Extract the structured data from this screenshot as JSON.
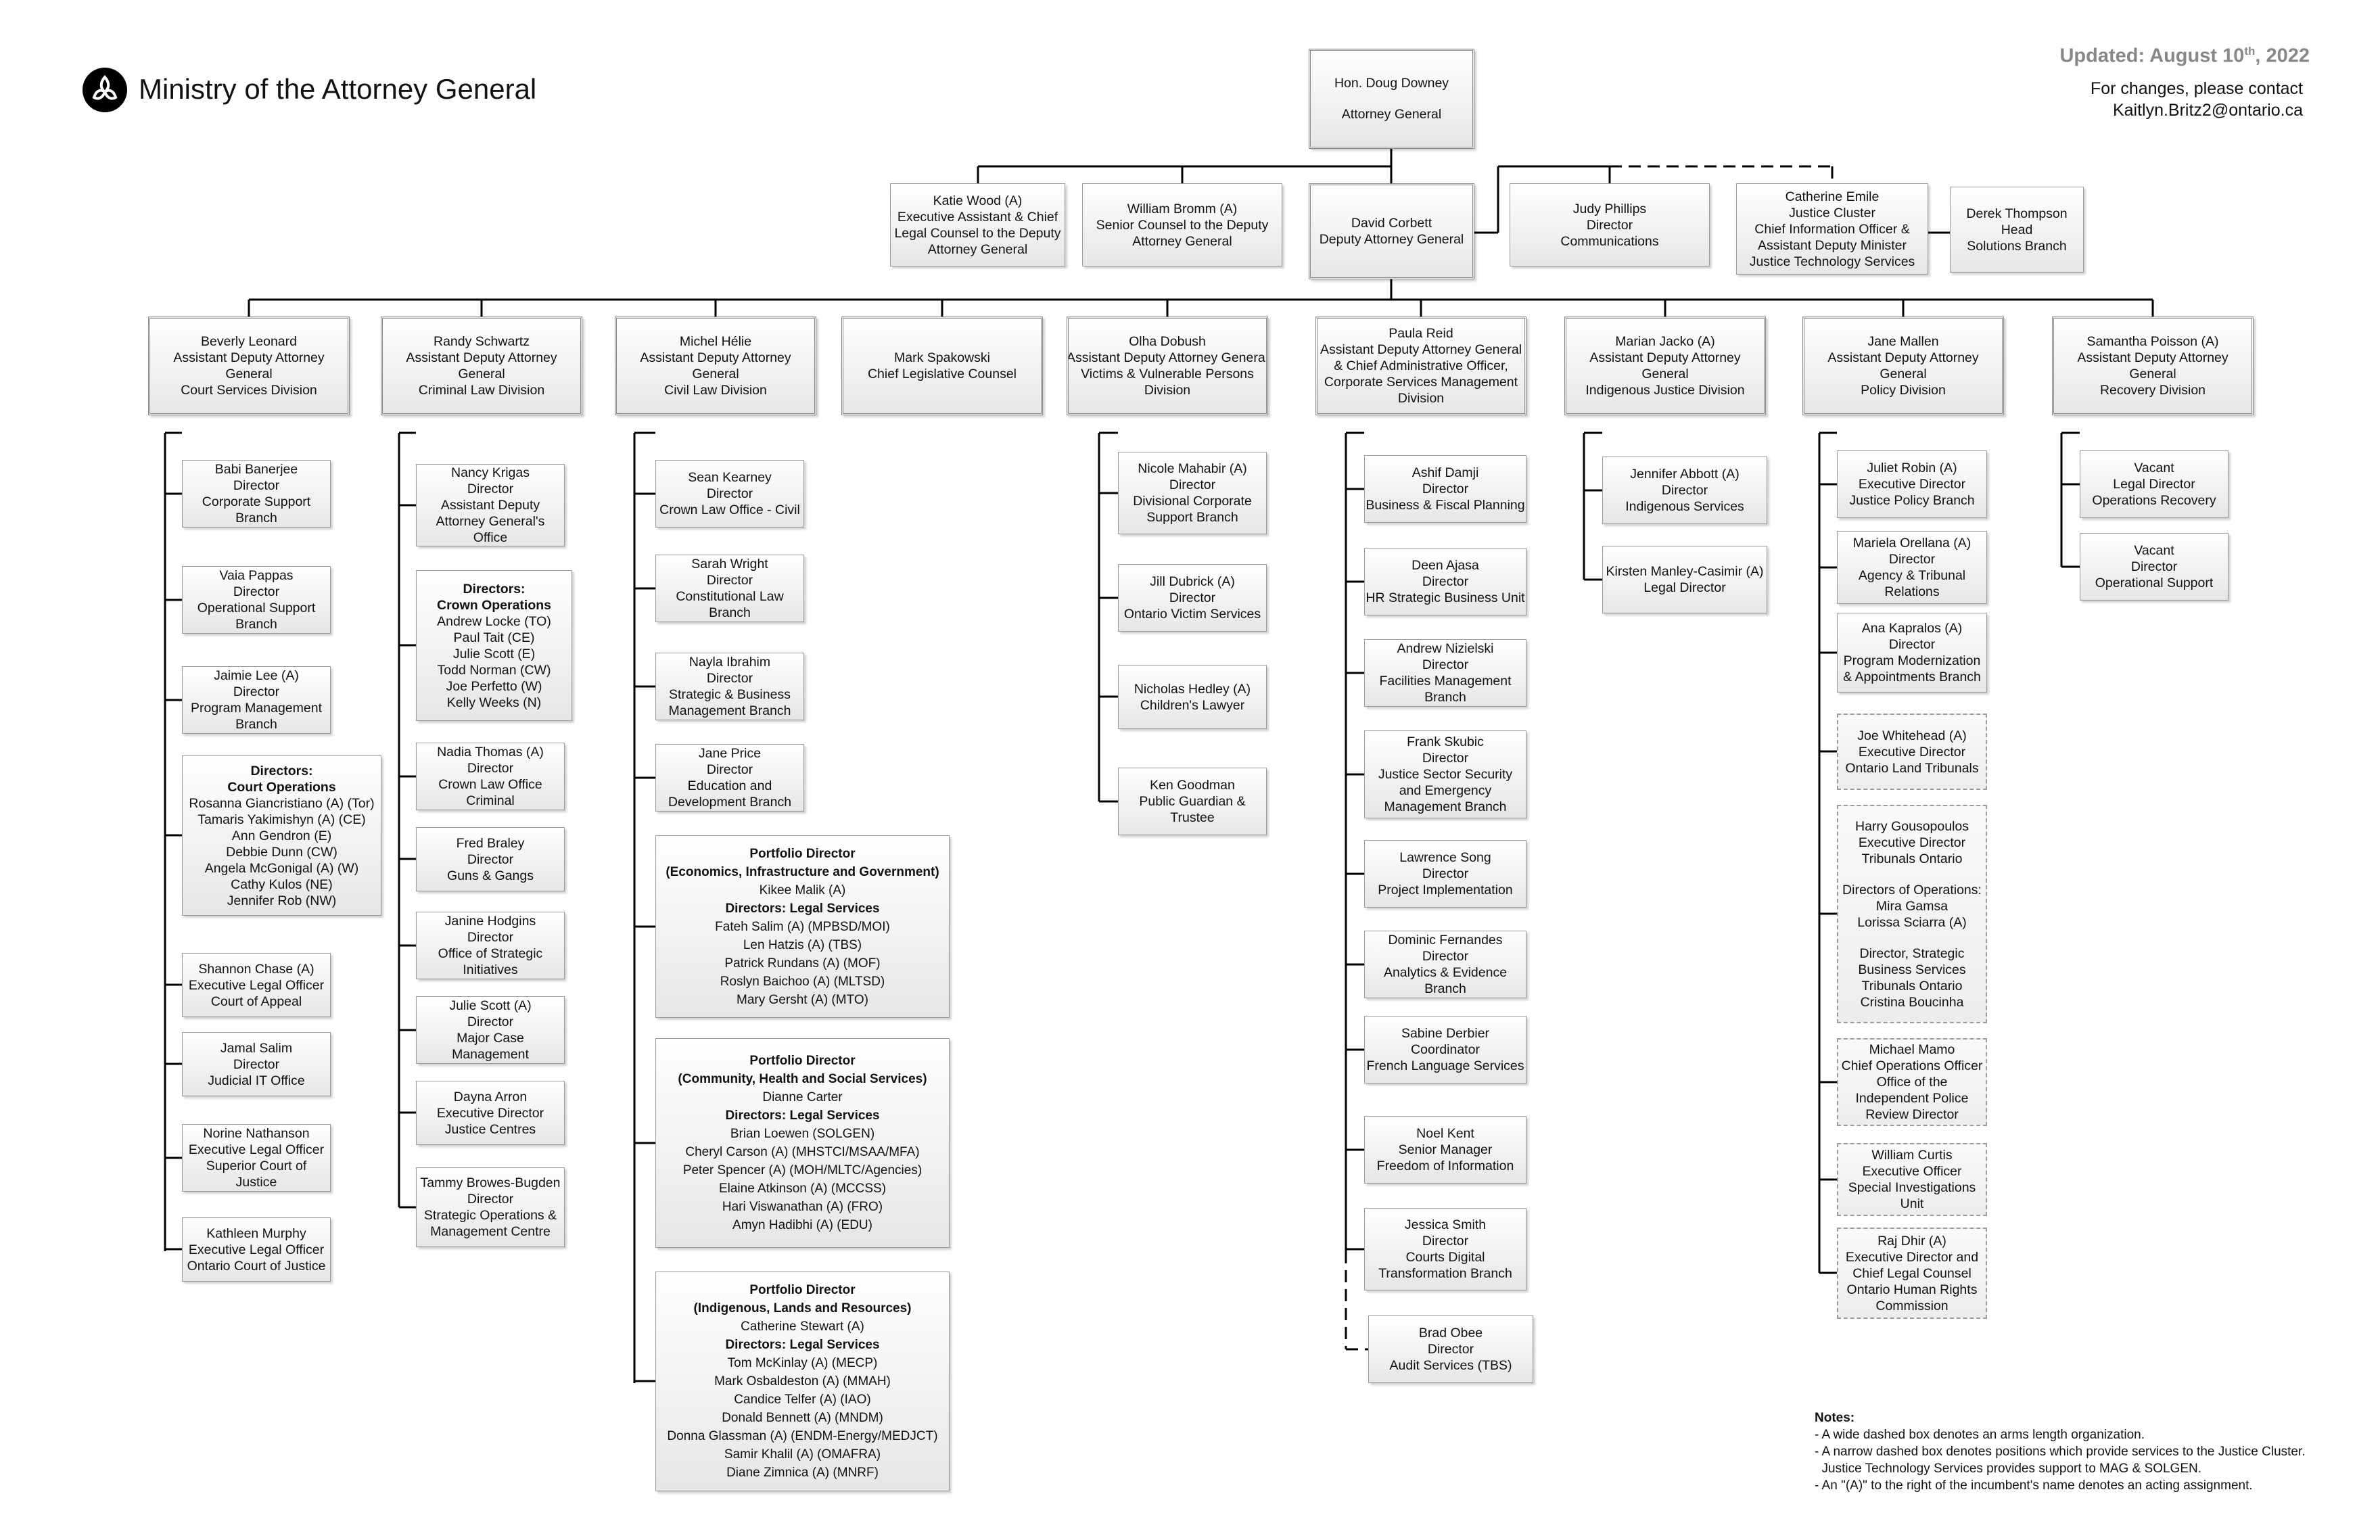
{
  "header": {
    "ministry_title": "Ministry of the Attorney General",
    "logo_icon": "ontario-trillium-logo-icon",
    "updated_label": "Updated: August 10",
    "updated_sup": "th",
    "updated_year": ", 2022",
    "contact_line1": "For changes, please contact",
    "contact_line2": "Kaitlyn.Britz2@ontario.ca"
  },
  "org": {
    "attorney_general": [
      "Hon. Doug Downey",
      "",
      "Attorney General"
    ],
    "katie_wood": [
      "Katie Wood (A)",
      "Executive Assistant & Chief",
      "Legal Counsel to the Deputy",
      "Attorney General"
    ],
    "william_bromm": [
      "William Bromm (A)",
      "Senior Counsel to the Deputy",
      "Attorney General"
    ],
    "deputy_ag": [
      "David Corbett",
      "Deputy Attorney General"
    ],
    "judy_phillips": [
      "Judy Phillips",
      "Director",
      "Communications"
    ],
    "catherine_emile": [
      "Catherine Emile",
      "Justice Cluster",
      "Chief Information Officer &",
      "Assistant Deputy Minister",
      "Justice Technology Services"
    ],
    "derek_thompson": [
      "Derek Thompson",
      "Head",
      "Solutions Branch"
    ],
    "adm_court": [
      "Beverly Leonard",
      "Assistant Deputy Attorney",
      "General",
      "Court Services Division"
    ],
    "adm_criminal": [
      "Randy Schwartz",
      "Assistant Deputy Attorney",
      "General",
      "Criminal Law Division"
    ],
    "adm_civil": [
      "Michel Hélie",
      "Assistant Deputy Attorney",
      "General",
      "Civil Law Division"
    ],
    "adm_legislative": [
      "Mark Spakowski",
      "Chief Legislative Counsel"
    ],
    "adm_victims": [
      "Olha Dobush",
      "Assistant Deputy Attorney General",
      "Victims & Vulnerable Persons",
      "Division"
    ],
    "adm_corporate": [
      "Paula Reid",
      "Assistant Deputy Attorney General",
      "& Chief Administrative Officer,",
      "Corporate Services Management",
      "Division"
    ],
    "adm_indigenous": [
      "Marian Jacko (A)",
      "Assistant Deputy Attorney",
      "General",
      "Indigenous Justice Division"
    ],
    "adm_policy": [
      "Jane Mallen",
      "Assistant Deputy Attorney",
      "General",
      "Policy Division"
    ],
    "adm_recovery": [
      "Samantha Poisson (A)",
      "Assistant Deputy Attorney",
      "General",
      "Recovery Division"
    ],
    "court_babi": [
      "Babi Banerjee",
      "Director",
      "Corporate Support",
      "Branch"
    ],
    "court_vaia": [
      "Vaia Pappas",
      "Director",
      "Operational Support",
      "Branch"
    ],
    "court_jaimie": [
      "Jaimie Lee (A)",
      "Director",
      "Program Management",
      "Branch"
    ],
    "court_ops": [
      "Directors:",
      "Court Operations",
      "Rosanna Giancristiano (A) (Tor)",
      "Tamaris Yakimishyn (A) (CE)",
      "Ann Gendron (E)",
      "Debbie Dunn (CW)",
      "Angela McGonigal (A) (W)",
      "Cathy Kulos (NE)",
      "Jennifer Rob (NW)"
    ],
    "court_shannon": [
      "Shannon Chase (A)",
      "Executive Legal Officer",
      "Court of Appeal"
    ],
    "court_jamal": [
      "Jamal Salim",
      "Director",
      "Judicial IT Office"
    ],
    "court_norine": [
      "Norine Nathanson",
      "Executive Legal Officer",
      "Superior Court of",
      "Justice"
    ],
    "court_kathleen": [
      "Kathleen Murphy",
      "Executive Legal Officer",
      "Ontario Court of Justice"
    ],
    "crim_nancy": [
      "Nancy Krigas",
      "Director",
      "Assistant Deputy",
      "Attorney General's",
      "Office"
    ],
    "crim_crown": [
      "Directors:",
      "Crown Operations",
      "Andrew Locke (TO)",
      "Paul Tait (CE)",
      "Julie Scott (E)",
      "Todd Norman (CW)",
      "Joe Perfetto (W)",
      "Kelly Weeks (N)"
    ],
    "crim_nadia": [
      "Nadia Thomas (A)",
      "Director",
      "Crown Law Office",
      "Criminal"
    ],
    "crim_fred": [
      "Fred Braley",
      "Director",
      "Guns & Gangs"
    ],
    "crim_janine": [
      "Janine Hodgins",
      "Director",
      "Office of Strategic",
      "Initiatives"
    ],
    "crim_julie": [
      "Julie Scott (A)",
      "Director",
      "Major Case",
      "Management"
    ],
    "crim_dayna": [
      "Dayna Arron",
      "Executive Director",
      "Justice Centres"
    ],
    "crim_tammy": [
      "Tammy Browes-Bugden",
      "Director",
      "Strategic Operations &",
      "Management Centre"
    ],
    "civ_sean": [
      "Sean Kearney",
      "Director",
      "Crown Law Office - Civil"
    ],
    "civ_sarah": [
      "Sarah Wright",
      "Director",
      "Constitutional Law",
      "Branch"
    ],
    "civ_nayla": [
      "Nayla Ibrahim",
      "Director",
      "Strategic & Business",
      "Management Branch"
    ],
    "civ_jane": [
      "Jane Price",
      "Director",
      "Education and",
      "Development Branch"
    ],
    "civ_portfolio1": [
      "Portfolio Director",
      "(Economics, Infrastructure and Government)",
      "Kikee Malik (A)",
      "Directors: Legal Services",
      "Fateh Salim (A) (MPBSD/MOI)",
      "Len Hatzis (A) (TBS)",
      "Patrick Rundans (A) (MOF)",
      "Roslyn Baichoo (A) (MLTSD)",
      "Mary Gersht (A) (MTO)"
    ],
    "civ_portfolio2": [
      "Portfolio Director",
      "(Community, Health and Social Services)",
      "Dianne Carter",
      "Directors: Legal Services",
      "Brian Loewen (SOLGEN)",
      "Cheryl Carson (A) (MHSTCI/MSAA/MFA)",
      "Peter Spencer (A) (MOH/MLTC/Agencies)",
      "Elaine Atkinson (A) (MCCSS)",
      "Hari Viswanathan (A) (FRO)",
      "Amyn Hadibhi (A) (EDU)"
    ],
    "civ_portfolio3": [
      "Portfolio Director",
      "(Indigenous, Lands and Resources)",
      "Catherine Stewart (A)",
      "Directors: Legal Services",
      "Tom McKinlay (A) (MECP)",
      "Mark Osbaldeston (A) (MMAH)",
      "Candice Telfer (A) (IAO)",
      "Donald Bennett (A) (MNDM)",
      "Donna Glassman (A) (ENDM-Energy/MEDJCT)",
      "Samir Khalil (A) (OMAFRA)",
      "Diane Zimnica (A) (MNRF)"
    ],
    "vic_nicole": [
      "Nicole Mahabir (A)",
      "Director",
      "Divisional Corporate",
      "Support Branch"
    ],
    "vic_jill": [
      "Jill Dubrick (A)",
      "Director",
      "Ontario Victim Services"
    ],
    "vic_nicholas": [
      "Nicholas Hedley (A)",
      "Children's Lawyer"
    ],
    "vic_ken": [
      "Ken Goodman",
      "Public Guardian &",
      "Trustee"
    ],
    "corp_ashif": [
      "Ashif Damji",
      "Director",
      "Business & Fiscal Planning"
    ],
    "corp_deen": [
      "Deen Ajasa",
      "Director",
      "HR Strategic Business Unit"
    ],
    "corp_andrew": [
      "Andrew Nizielski",
      "Director",
      "Facilities Management",
      "Branch"
    ],
    "corp_frank": [
      "Frank Skubic",
      "Director",
      "Justice Sector Security",
      "and Emergency",
      "Management Branch"
    ],
    "corp_lawrence": [
      "Lawrence Song",
      "Director",
      "Project Implementation"
    ],
    "corp_dominic": [
      "Dominic Fernandes",
      "Director",
      "Analytics & Evidence",
      "Branch"
    ],
    "corp_sabine": [
      "Sabine Derbier",
      "Coordinator",
      "French Language Services"
    ],
    "corp_noel": [
      "Noel Kent",
      "Senior Manager",
      "Freedom of Information"
    ],
    "corp_jessica": [
      "Jessica Smith",
      "Director",
      "Courts Digital",
      "Transformation Branch"
    ],
    "corp_brad": [
      "Brad Obee",
      "Director",
      "Audit Services (TBS)"
    ],
    "ind_jennifer": [
      "Jennifer Abbott (A)",
      "Director",
      "Indigenous Services"
    ],
    "ind_kirsten": [
      "Kirsten Manley-Casimir (A)",
      "Legal Director"
    ],
    "pol_juliet": [
      "Juliet Robin (A)",
      "Executive Director",
      "Justice Policy Branch"
    ],
    "pol_mariela": [
      "Mariela Orellana (A)",
      "Director",
      "Agency & Tribunal",
      "Relations"
    ],
    "pol_ana": [
      "Ana Kapralos (A)",
      "Director",
      "Program Modernization",
      "& Appointments Branch"
    ],
    "pol_joe": [
      "Joe Whitehead (A)",
      "Executive Director",
      "Ontario Land Tribunals"
    ],
    "pol_harry": [
      "Harry Gousopoulos",
      "Executive Director",
      "Tribunals Ontario",
      "",
      "Directors of Operations:",
      "Mira Gamsa",
      "Lorissa Sciarra (A)",
      "",
      "Director, Strategic",
      "Business Services",
      "Tribunals Ontario",
      "Cristina Boucinha"
    ],
    "pol_michael": [
      "Michael Mamo",
      "Chief Operations Officer",
      "Office of the",
      "Independent Police",
      "Review Director"
    ],
    "pol_william": [
      "William Curtis",
      "Executive Officer",
      "Special Investigations",
      "Unit"
    ],
    "pol_raj": [
      "Raj Dhir (A)",
      "Executive Director and",
      "Chief Legal Counsel",
      "Ontario Human Rights",
      "Commission"
    ],
    "rec_vacant1": [
      "Vacant",
      "Legal Director",
      "Operations Recovery"
    ],
    "rec_vacant2": [
      "Vacant",
      "Director",
      "Operational Support"
    ]
  },
  "notes": {
    "title": "Notes:",
    "line1": "- A wide dashed box denotes an arms length organization.",
    "line2": "- A narrow dashed box denotes positions which provide services to the Justice Cluster.",
    "line3": "  Justice Technology Services provides support to MAG & SOLGEN.",
    "line4": "- An \"(A)\" to the right of the incumbent's name denotes an acting assignment."
  }
}
